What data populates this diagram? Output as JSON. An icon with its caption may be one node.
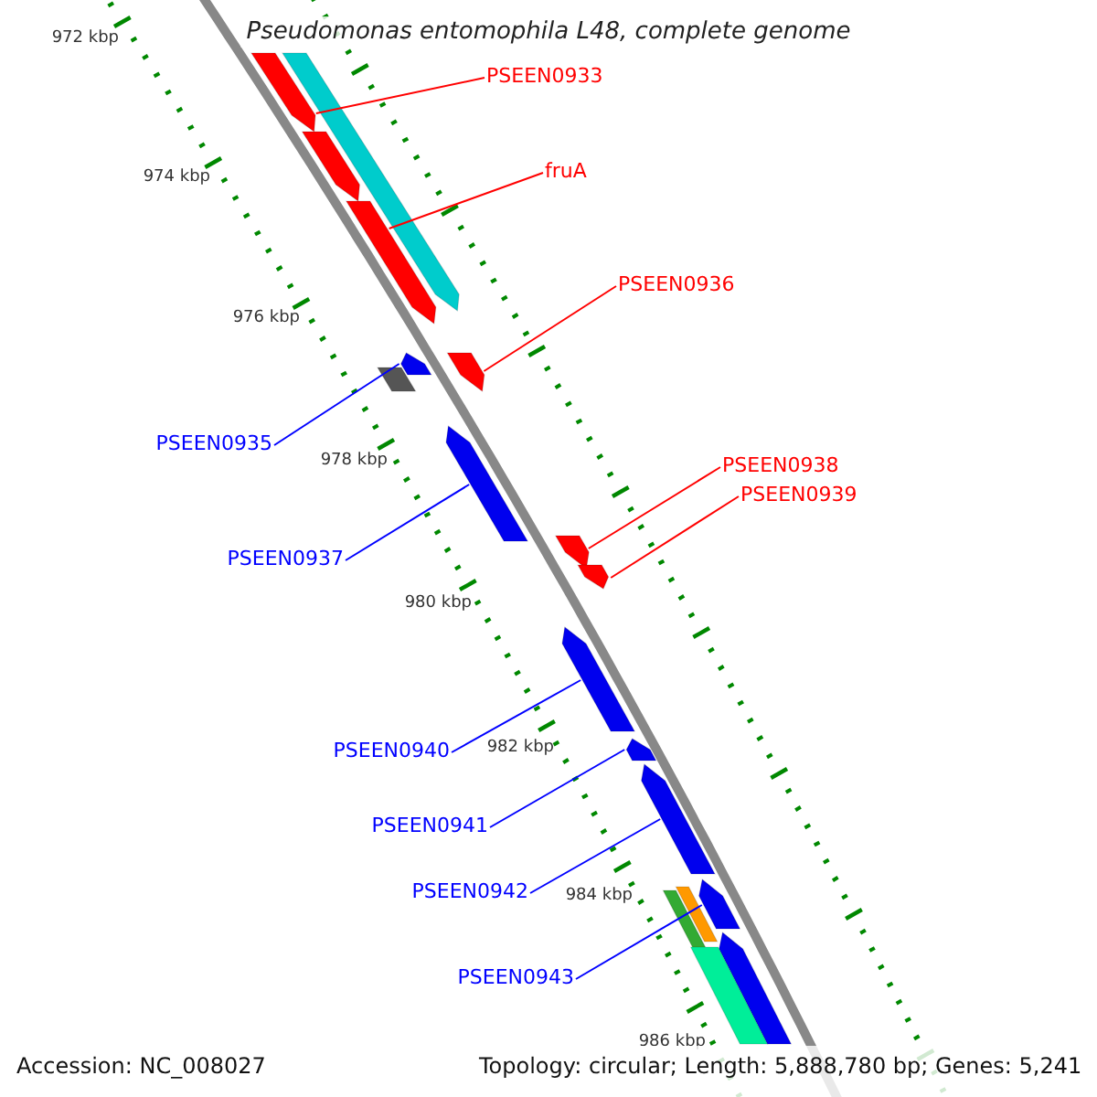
{
  "diagram": {
    "title": "Pseudomonas entomophila L48, complete genome",
    "nodes": [
      {
        "text": [
          "PSEEN0933"
        ]
      },
      {
        "text": [
          "fruA"
        ]
      },
      {
        "text": [
          "PSEEN0936"
        ]
      },
      {
        "text": [
          "PSEEN0935"
        ]
      },
      {
        "text": [
          "PSEEN0937"
        ]
      },
      {
        "text": [
          "PSEEN0938"
        ]
      },
      {
        "text": [
          "PSEEN0939"
        ]
      },
      {
        "text": [
          "PSEEN0940"
        ]
      },
      {
        "text": [
          "PSEEN0941"
        ]
      },
      {
        "text": [
          "PSEEN0942"
        ]
      },
      {
        "text": [
          "PSEEN0943"
        ]
      },
      {
        "text": [],
        "shape": "bar"
      },
      {
        "text": [],
        "shape": "bar"
      },
      {
        "text": [],
        "shape": "bar"
      },
      {
        "text": [],
        "shape": "bar"
      },
      {
        "text": [],
        "shape": "bar"
      },
      {
        "text": [],
        "shape": "bar"
      },
      {
        "text": [],
        "shape": "bar"
      },
      {
        "text": [],
        "shape": "bar"
      },
      {
        "text": [],
        "shape": "bar"
      },
      {
        "text": [],
        "shape": "bar"
      },
      {
        "text": [],
        "shape": "bar"
      },
      {
        "text": [],
        "shape": "bar"
      },
      {
        "text": [],
        "shape": "bar"
      },
      {
        "text": [],
        "shape": "bar"
      },
      {
        "text": [],
        "shape": "bar"
      },
      {
        "text": [],
        "shape": "bar"
      },
      {
        "text": [],
        "shape": "bar"
      },
      {
        "text": [],
        "shape": "bar"
      }
    ],
    "edges": [
      {
        "from": 0,
        "to": 11,
        "arrow": "none",
        "color": "#ff0000"
      },
      {
        "from": 1,
        "to": 12,
        "arrow": "none",
        "color": "#ff0000"
      },
      {
        "from": 2,
        "to": 13,
        "arrow": "none",
        "color": "#ff0000"
      },
      {
        "from": 3,
        "to": 14,
        "arrow": "none"
      },
      {
        "from": 4,
        "to": 15,
        "arrow": "none"
      },
      {
        "from": 5,
        "to": 16,
        "arrow": "none",
        "color": "#ff0000"
      },
      {
        "from": 6,
        "to": 17,
        "arrow": "none",
        "color": "#ff0000"
      },
      {
        "from": 7,
        "to": 18,
        "arrow": "none"
      },
      {
        "from": 8,
        "to": 19,
        "arrow": "none"
      },
      {
        "from": 9,
        "to": 20,
        "arrow": "none"
      },
      {
        "from": 10,
        "to": 21,
        "arrow": "none"
      }
    ],
    "labels": [
      "972 kbp",
      "974 kbp",
      "976 kbp",
      "978 kbp",
      "980 kbp",
      "982 kbp",
      "984 kbp",
      "986 kbp",
      "Accession: NC_008027",
      "Topology: circular; Length: 5,888,780 bp; Genes: 5,241"
    ]
  }
}
